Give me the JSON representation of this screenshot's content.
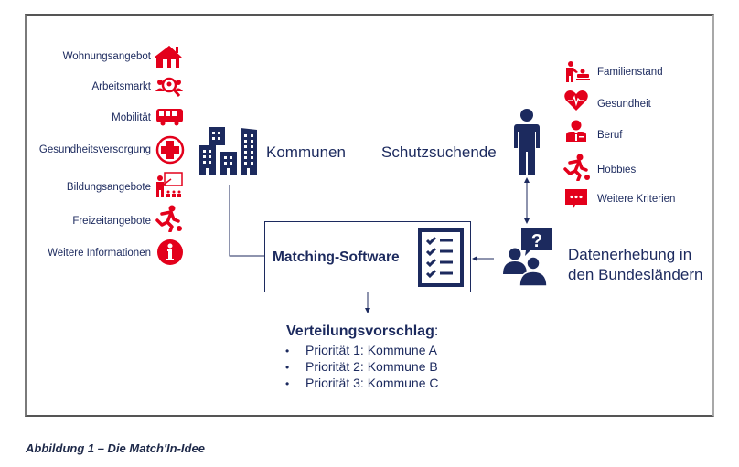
{
  "left_list": {
    "items": [
      {
        "label": "Wohnungsangebot",
        "icon": "house-icon"
      },
      {
        "label": "Arbeitsmarkt",
        "icon": "job-search-icon"
      },
      {
        "label": "Mobilität",
        "icon": "bus-icon"
      },
      {
        "label": "Gesundheitsversorgung",
        "icon": "medical-cross-icon"
      },
      {
        "label": "Bildungsangebote",
        "icon": "teacher-classroom-icon"
      },
      {
        "label": "Freizeitangebote",
        "icon": "runner-ball-icon"
      },
      {
        "label": "Weitere Informationen",
        "icon": "info-icon"
      }
    ]
  },
  "kommunen": {
    "label": "Kommunen",
    "icon": "city-buildings-icon"
  },
  "schutzsuchende": {
    "label": "Schutzsuchende",
    "icon": "person-icon"
  },
  "right_list": {
    "items": [
      {
        "label": "Familienstand",
        "icon": "parent-baby-icon"
      },
      {
        "label": "Gesundheit",
        "icon": "heart-pulse-icon"
      },
      {
        "label": "Beruf",
        "icon": "businessperson-icon"
      },
      {
        "label": "Hobbies",
        "icon": "runner-ball-icon"
      },
      {
        "label": "Weitere Kriterien",
        "icon": "chat-bubble-icon"
      }
    ]
  },
  "matching": {
    "label": "Matching-Software",
    "icon": "checklist-icon"
  },
  "datenerhebung": {
    "line1": "Datenerhebung in",
    "line2": "den Bundesländern",
    "icon": "people-question-icon"
  },
  "verteilung": {
    "heading": "Verteilungsvorschlag",
    "colon": ":",
    "bullet": "•",
    "items": [
      "Priorität 1: Kommune A",
      "Priorität 2: Kommune B",
      "Priorität 3: Kommune C"
    ]
  },
  "caption": "Abbildung 1 – Die Match'In-Idee",
  "colors": {
    "navy": "#1c2a5e",
    "red": "#e3001b",
    "frame": "#7a7a7a"
  }
}
